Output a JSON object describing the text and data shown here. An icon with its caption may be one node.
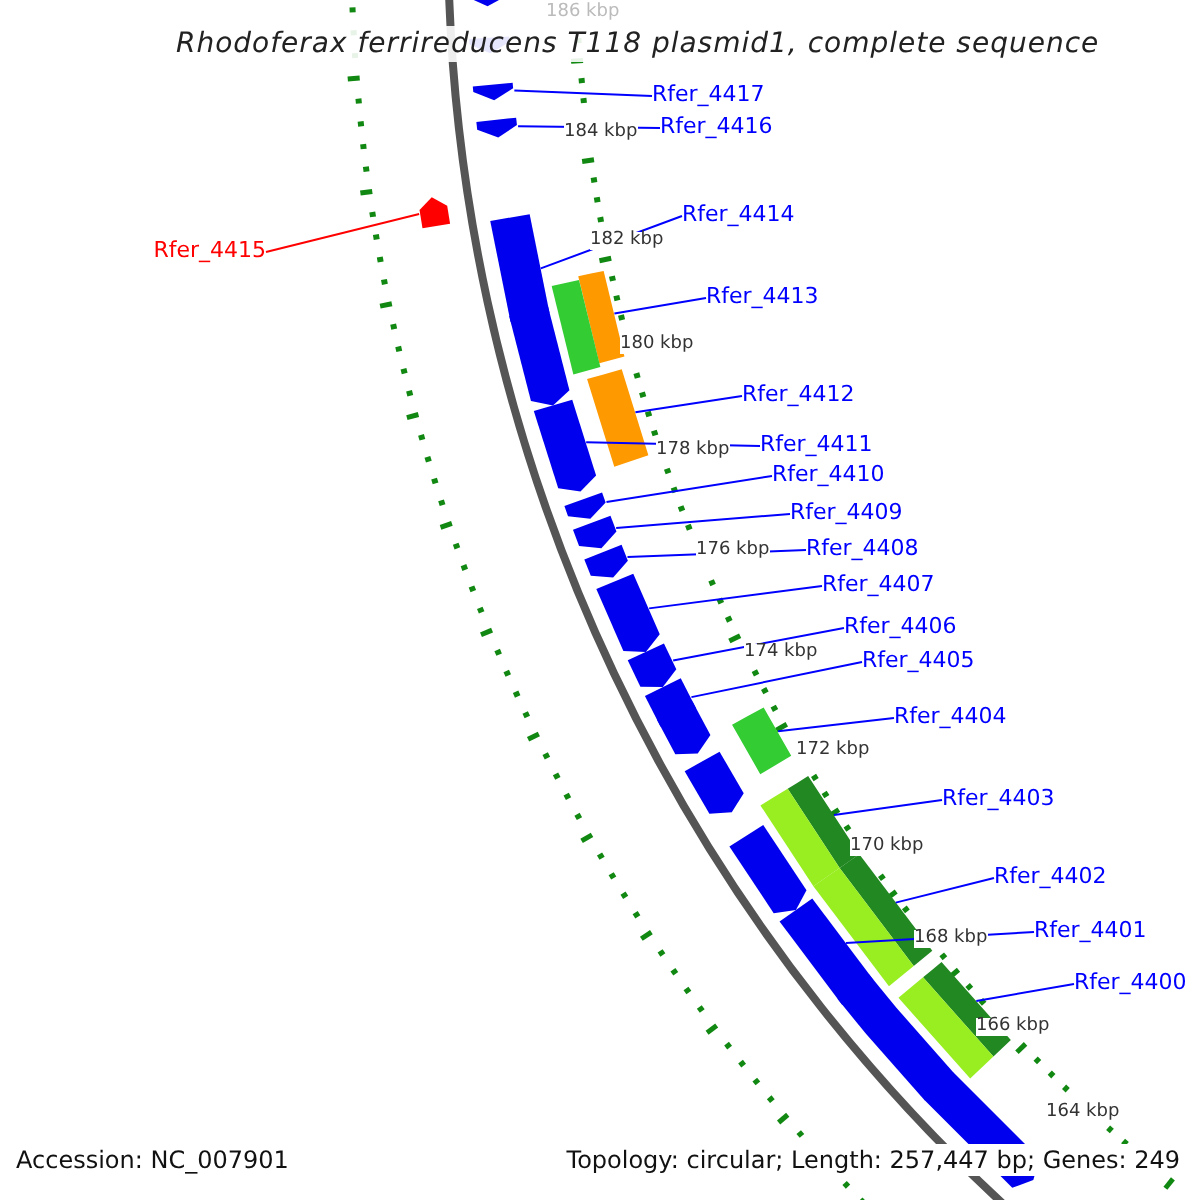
{
  "diagram": {
    "title": "Rhodoferax ferrireducens T118 plasmid1, complete sequence",
    "nodes": [
      {
        "text": [
          "Rfer_4417"
        ]
      },
      {
        "text": [
          "Rfer_4416"
        ]
      },
      {
        "text": [
          "Rfer_4415"
        ]
      },
      {
        "text": [
          "Rfer_4414"
        ]
      },
      {
        "text": [
          "Rfer_4413"
        ]
      },
      {
        "text": [
          "Rfer_4412"
        ]
      },
      {
        "text": [
          "Rfer_4411"
        ]
      },
      {
        "text": [
          "Rfer_4410"
        ]
      },
      {
        "text": [
          "Rfer_4409"
        ]
      },
      {
        "text": [
          "Rfer_4408"
        ]
      },
      {
        "text": [
          "Rfer_4407"
        ]
      },
      {
        "text": [
          "Rfer_4406"
        ]
      },
      {
        "text": [
          "Rfer_4405"
        ]
      },
      {
        "text": [
          "Rfer_4404"
        ]
      },
      {
        "text": [
          "Rfer_4403"
        ]
      },
      {
        "text": [
          "Rfer_4402"
        ]
      },
      {
        "text": [
          "Rfer_4401"
        ]
      },
      {
        "text": [
          "Rfer_4400"
        ]
      },
      {
        "text": [],
        "shape": "pentagon"
      },
      {
        "text": [],
        "shape": "pentagon"
      },
      {
        "text": [],
        "shape": "pentagon"
      },
      {
        "text": [],
        "shape": "bar"
      },
      {
        "text": [],
        "shape": "bar"
      },
      {
        "text": [],
        "shape": "bar"
      },
      {
        "text": [],
        "shape": "bar"
      },
      {
        "text": [],
        "shape": "bar"
      },
      {
        "text": [],
        "shape": "bar"
      },
      {
        "text": [],
        "shape": "bar"
      },
      {
        "text": [],
        "shape": "bar"
      },
      {
        "text": [],
        "shape": "bar"
      },
      {
        "text": [],
        "shape": "bar"
      },
      {
        "text": [],
        "shape": "bar"
      },
      {
        "text": [],
        "shape": "bar"
      },
      {
        "text": [],
        "shape": "bar"
      },
      {
        "text": [],
        "shape": "bar"
      },
      {
        "text": [],
        "shape": "bar"
      },
      {
        "text": [],
        "shape": "bar"
      },
      {
        "text": [],
        "shape": "bar"
      },
      {
        "text": [],
        "shape": "bar"
      },
      {
        "text": [],
        "shape": "bar"
      },
      {
        "text": [],
        "shape": "bar"
      },
      {
        "text": [],
        "shape": "bar"
      },
      {
        "text": [],
        "shape": "bar"
      },
      {
        "text": [],
        "shape": "bar"
      },
      {
        "text": [],
        "shape": "bar"
      },
      {
        "text": [],
        "shape": "bar"
      },
      {
        "text": [],
        "shape": "bar"
      },
      {
        "text": [],
        "shape": "bar"
      },
      {
        "text": [],
        "shape": "bar"
      }
    ],
    "edges": [
      {
        "from": 0,
        "to": 18,
        "arrow": "none"
      },
      {
        "from": 1,
        "to": 19,
        "arrow": "none"
      },
      {
        "from": 2,
        "to": 20,
        "arrow": "none",
        "color": "#ff0000"
      },
      {
        "from": 3,
        "to": 21,
        "arrow": "none"
      },
      {
        "from": 4,
        "to": 22,
        "arrow": "none"
      },
      {
        "from": 5,
        "to": 23,
        "arrow": "none"
      },
      {
        "from": 6,
        "to": 24,
        "arrow": "none"
      },
      {
        "from": 7,
        "to": 25,
        "arrow": "none"
      },
      {
        "from": 8,
        "to": 26,
        "arrow": "none"
      },
      {
        "from": 9,
        "to": 27,
        "arrow": "none"
      },
      {
        "from": 10,
        "to": 28,
        "arrow": "none"
      },
      {
        "from": 11,
        "to": 29,
        "arrow": "none"
      },
      {
        "from": 12,
        "to": 30,
        "arrow": "none"
      },
      {
        "from": 13,
        "to": 31,
        "arrow": "none"
      },
      {
        "from": 14,
        "to": 32,
        "arrow": "none"
      },
      {
        "from": 15,
        "to": 33,
        "arrow": "none"
      },
      {
        "from": 16,
        "to": 34,
        "arrow": "none"
      },
      {
        "from": 17,
        "to": 35,
        "arrow": "none"
      }
    ],
    "labels": [
      "186 kbp",
      "184 kbp",
      "182 kbp",
      "180 kbp",
      "178 kbp",
      "176 kbp",
      "174 kbp",
      "172 kbp",
      "170 kbp",
      "168 kbp",
      "166 kbp",
      "164 kbp",
      "Accession: NC_007901",
      "Topology: circular; Length: 257,447 bp; Genes: 249"
    ]
  }
}
